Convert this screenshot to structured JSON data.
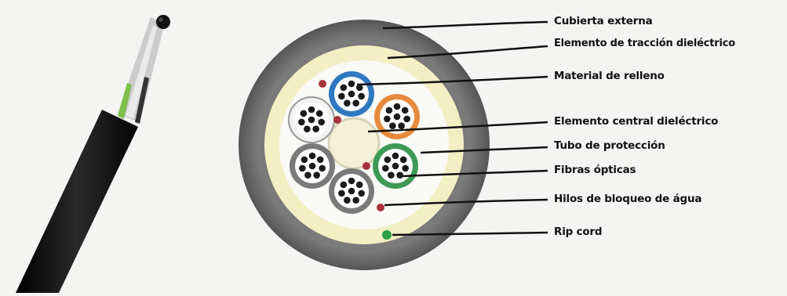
{
  "labels": {
    "outer_jacket": "Cubierta externa",
    "dielectric_strength_member": "Elemento de tracción dieléctrico",
    "filler_material": "Material de relleno",
    "central_dielectric_member": "Elemento central dieléctrico",
    "protection_tube": "Tubo de protección",
    "optical_fibers": "Fibras ópticas",
    "water_blocking_yarns": "Hilos de bloqueo de água",
    "rip_cord": "Rip cord"
  },
  "colors": {
    "background": "#f4f4f2",
    "outer_jacket": "#6e6e6e",
    "strength_member": "#f3efc4",
    "filler": "#f7f7f3",
    "tube_blue": "#2f78c0",
    "tube_orange": "#e88a3c",
    "tube_green": "#3d9a55",
    "tube_gray": "#7a7a7a",
    "tube_white": "#f2f2f2",
    "fiber": "#1a1a1a",
    "water_blocking_yarn": "#a8323c",
    "rip_cord": "#2ea043",
    "cable_sheath": "#161616"
  }
}
